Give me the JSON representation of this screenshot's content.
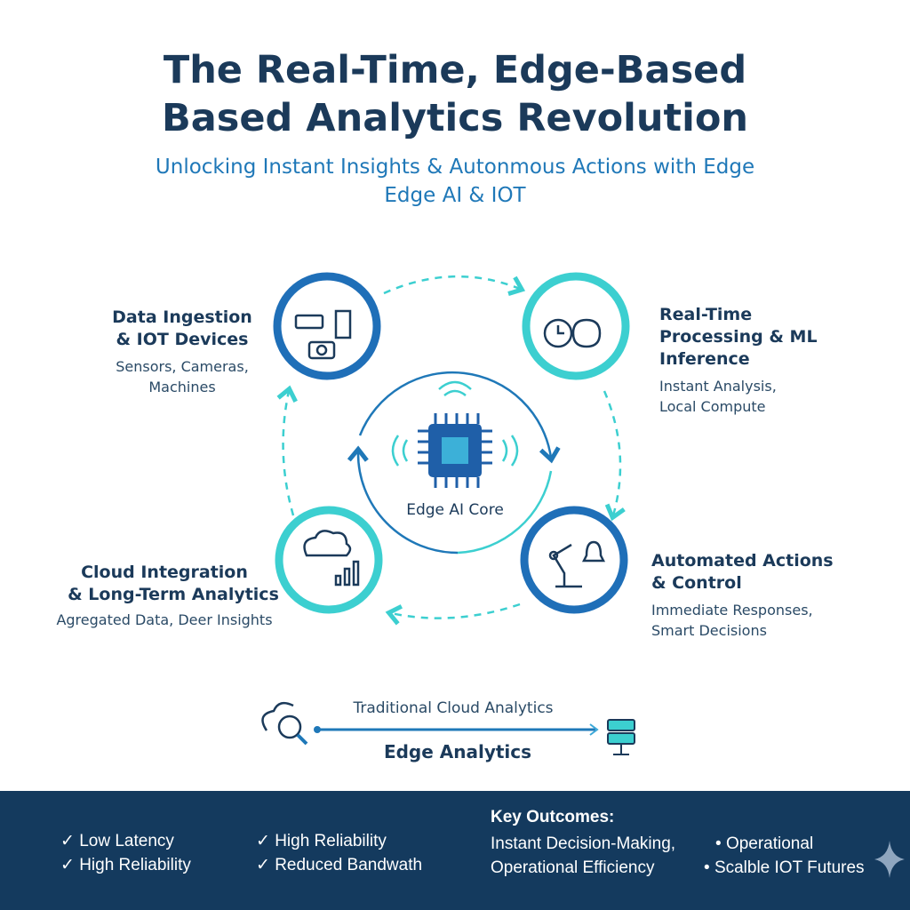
{
  "header": {
    "title_line1": "The Real-Time, Edge-Based",
    "title_line2": "Based Analytics Revolution",
    "subtitle_line1": "Unlocking Instant Insights & Autonmous Actions with Edge",
    "subtitle_line2": "Edge AI & IOT"
  },
  "stages": [
    {
      "title1": "Data Ingestion",
      "title2": "& IOT Devices",
      "desc1": "Sensors, Cameras,",
      "desc2": "Machines"
    },
    {
      "title1": "Real-Time",
      "title2": "Processing & ML Inference",
      "desc1": "Instant Analysis,",
      "desc2": "Local Compute"
    },
    {
      "title1": "Cloud Integration",
      "title2": "& Long-Term Analytics",
      "desc1": "Agregated Data, Deer Insights"
    },
    {
      "title1": "Automated Actions",
      "title2": "& Control",
      "desc1": "Immediate Responses,",
      "desc2": "Smart Decisions"
    }
  ],
  "core": {
    "label": "Edge AI Core"
  },
  "comparison": {
    "top_label": "Traditional Cloud Analytics",
    "bottom_label": "Edge Analytics"
  },
  "footer": {
    "benefits": [
      "Low Latency",
      "High Reliability",
      "High Reliability",
      "Reduced Bandwath"
    ],
    "outcomes_title": "Key Outcomes:",
    "outcomes_left": [
      "Instant Decision-Making,",
      "Operational Efficiency"
    ],
    "outcomes_right": [
      "Operational",
      "Scalble IOT Futures"
    ]
  },
  "colors": {
    "navy": "#1b3a5a",
    "blue": "#1f78b8",
    "teal": "#3ccfd0",
    "footer": "#143a5e"
  }
}
